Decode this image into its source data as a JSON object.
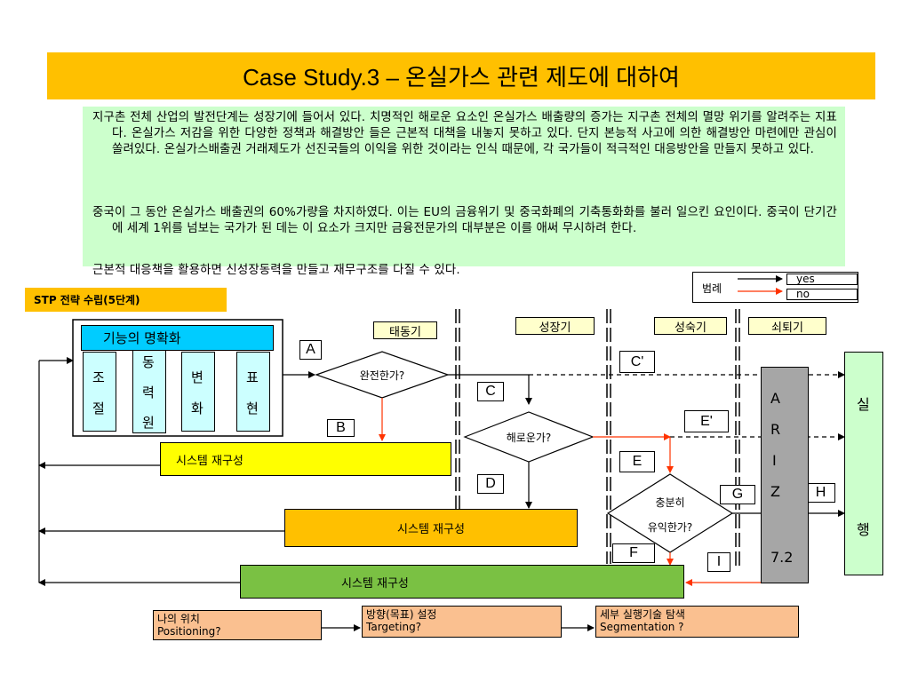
{
  "title": "Case Study.3 – 온실가스 관련 제도에 대하여",
  "intro": {
    "para1": "지구촌 전체 산업의 발전단계는 성장기에 들어서 있다. 치명적인 해로운 요소인 온실가스 배출량의 증가는 지구촌 전체의 멸망 위기를 알려주는 지표다. 온실가스 저감을 위한 다양한 정책과 해결방안 들은 근본적 대책을 내놓지 못하고 있다. 단지 본능적 사고에 의한 해결방안 마련에만 관심이 쏠려있다. 온실가스배출권 거래제도가 선진국들의 이익을 위한 것이라는 인식 때문에, 각 국가들이 적극적인 대응방안을 만들지 못하고 있다.",
    "para2": "중국이 그 동안 온실가스 배출권의 60%가량을 차지하였다. 이는 EU의 금융위기 및 중국화폐의 기축통화화를 불러 일으킨 요인이다. 중국이 단기간에 세계 1위를 넘보는 국가가 된 데는 이 요소가 크지만 금융전문가의 대부분은 이를 애써 무시하려 한다.",
    "para3": "근본적 대응책을 활용하면 신성장동력을 만들고 재무구조를 다질 수 있다."
  },
  "stp_label": "STP 전략 수립(5단계)",
  "legend": {
    "title": "범례",
    "yes": "yes",
    "no": "no"
  },
  "stages": [
    "태동기",
    "성장기",
    "성숙기",
    "쇠퇴기"
  ],
  "function_box": {
    "title": "기능의 명확화",
    "items": [
      [
        "조",
        "절"
      ],
      [
        "동",
        "력",
        "원"
      ],
      [
        "변",
        "화"
      ],
      [
        "표",
        "현"
      ]
    ]
  },
  "decisions": {
    "complete": "완전한가?",
    "harmful": "해로운가?",
    "significant_line1": "충분히",
    "significant_line2": "유익한가?"
  },
  "letters": [
    "A",
    "B",
    "C",
    "C'",
    "D",
    "E",
    "E'",
    "F",
    "G",
    "H",
    "I"
  ],
  "rebuild_label": "시스템 재구성",
  "ariz": [
    "A",
    "R",
    "I",
    "Z",
    "7.2"
  ],
  "execute": [
    "실",
    "행"
  ],
  "bottom": [
    {
      "line1": "나의 위치",
      "line2": "Positioning?"
    },
    {
      "line1": "방향(목표) 설정",
      "line2": "Targeting?"
    },
    {
      "line1": "세부 실행기술 탐색",
      "line2": "Segmentation ?"
    }
  ],
  "colors": {
    "title_bg": "#ffc000",
    "intro_bg": "#ccffcc",
    "function_title_bg": "#00ccff",
    "function_item_bg": "#ccffff",
    "rebuild_yellow": "#ffff00",
    "rebuild_orange": "#ffc000",
    "rebuild_green": "#7ac143",
    "ariz_bg": "#a6a6a6",
    "execute_bg": "#ccffcc",
    "bottom_bg": "#fac090",
    "no_arrow": "#ff3300"
  }
}
